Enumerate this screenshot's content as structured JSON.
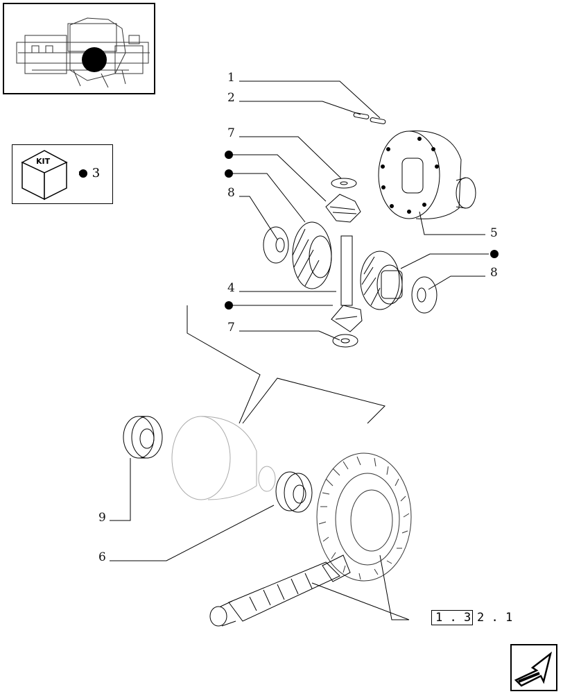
{
  "kit": {
    "label": "KIT",
    "equals": "= 3"
  },
  "callouts": {
    "c1": "1",
    "c2": "2",
    "c7a": "7",
    "c8a": "8",
    "c4": "4",
    "c7b": "7",
    "c5": "5",
    "c8b": "8",
    "c9": "9",
    "c6": "6"
  },
  "reference": {
    "boxed": "1 . 3",
    "rest": "2 . 1"
  },
  "icons": {
    "kit": "kit-cube-icon",
    "bullet": "filled-circle-icon",
    "nav": "navigate-arrow-icon"
  }
}
